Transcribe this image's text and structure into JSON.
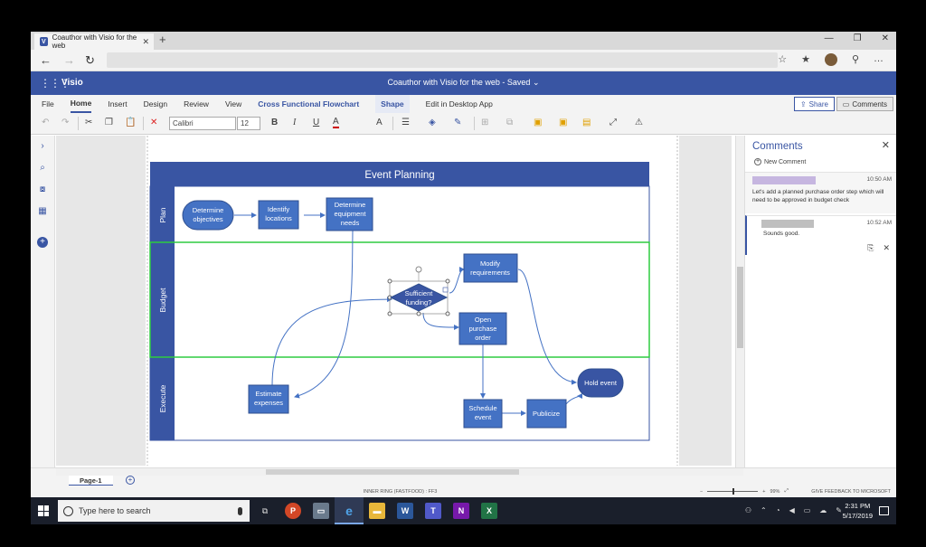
{
  "browser": {
    "tab_title": "Coauthor with Visio for the web",
    "tab_close": "✕",
    "new_tab": "+",
    "win_minimize": "—",
    "win_restore": "❐",
    "win_close": "✕",
    "nav_back": "←",
    "nav_forward": "→",
    "nav_refresh": "↻",
    "url": ""
  },
  "app": {
    "name": "Visio",
    "doc_title": "Coauthor with Visio for the web  -  Saved",
    "doc_title_chevron": "⌄"
  },
  "ribbon": {
    "tabs": [
      "File",
      "Home",
      "Insert",
      "Design",
      "Review",
      "View",
      "Cross Functional Flowchart",
      "Shape",
      "Edit in Desktop App"
    ],
    "share_label": "Share",
    "comments_label": "Comments"
  },
  "toolbar": {
    "font_name": "Calibri",
    "font_size": "12",
    "bold": "B",
    "italic": "I",
    "underline": "U",
    "font_color": "A",
    "grow_font": "A",
    "delete": "✕"
  },
  "diagram": {
    "title": "Event Planning",
    "lanes": [
      "Plan",
      "Budget",
      "Execute"
    ],
    "shapes": {
      "determine_objectives": [
        "Determine",
        "objectives"
      ],
      "identify_locations": [
        "Identify",
        "locations"
      ],
      "determine_equipment": [
        "Determine",
        "equipment",
        "needs"
      ],
      "modify_requirements": [
        "Modify",
        "requirements"
      ],
      "sufficient_funding": [
        "Sufficient",
        "funding?"
      ],
      "open_purchase_order": [
        "Open",
        "purchase",
        "order"
      ],
      "estimate_expenses": [
        "Estimate",
        "expenses"
      ],
      "schedule_event": [
        "Schedule",
        "event"
      ],
      "publicize": [
        "Publicize"
      ],
      "hold_event": [
        "Hold event"
      ]
    },
    "colors": {
      "shape_fill": "#4472c4",
      "header_fill": "#3955a3",
      "lane_selected": "#2ecc40"
    }
  },
  "comments": {
    "title": "Comments",
    "new_comment": "New Comment",
    "items": [
      {
        "time": "10:50 AM",
        "text": "Let's add a planned purchase order step which will need to be approved in budget check"
      },
      {
        "time": "10:52 AM",
        "text": "Sounds good."
      }
    ]
  },
  "pages": {
    "tab": "Page-1",
    "add": "+"
  },
  "status": {
    "ring": "INNER RING (FASTFOOD) : FF3",
    "zoom_minus": "−",
    "zoom_plus": "+",
    "zoom": "99%",
    "feedback": "GIVE FEEDBACK TO MICROSOFT"
  },
  "taskbar": {
    "search_placeholder": "Type here to search",
    "time": "2:31 PM",
    "date": "5/17/2019"
  }
}
